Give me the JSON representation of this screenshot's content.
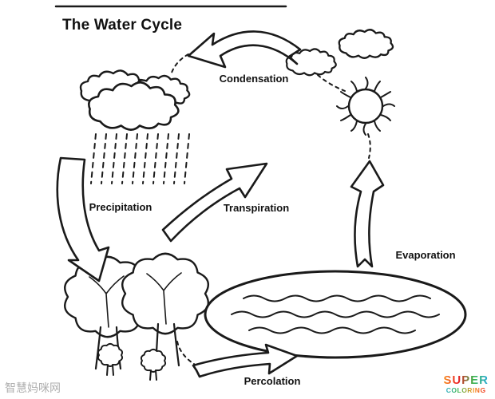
{
  "title": "The Water Cycle",
  "labels": {
    "condensation": "Condensation",
    "precipitation": "Precipitation",
    "transpiration": "Transpiration",
    "evaporation": "Evaporation",
    "percolation": "Percolation"
  },
  "watermark": "智慧妈咪网",
  "logo": {
    "line1": "SUPER",
    "line2": "COLORING"
  },
  "colors": {
    "ink": "#1a1a1a",
    "watermark_gray": "#a0a0a0",
    "logo_orange": "#f7941d",
    "logo_red": "#ed1c24",
    "logo_green": "#39b54a",
    "logo_blue": "#27aae1"
  }
}
